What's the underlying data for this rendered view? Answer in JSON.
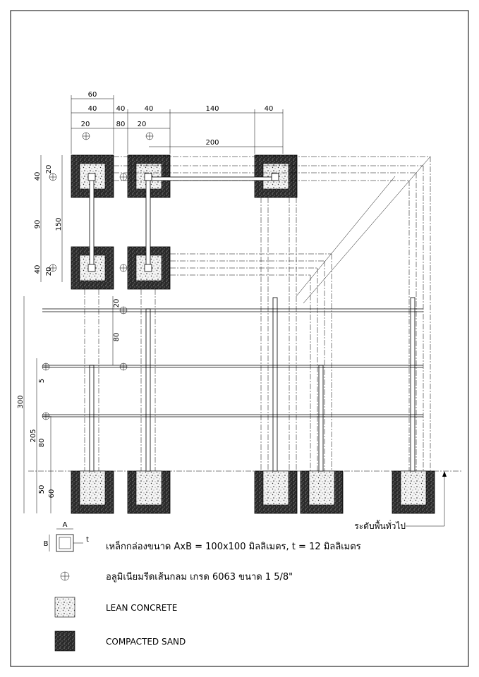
{
  "plan_dimensions": {
    "top_row1": "60",
    "top_row2": [
      "40",
      "40",
      "40",
      "140",
      "40"
    ],
    "top_row3": [
      "20",
      "80",
      "20"
    ],
    "top_row4": "200",
    "left_col1": [
      "40",
      "20"
    ],
    "left_col2": "90",
    "left_col3": "150",
    "left_col4": [
      "40",
      "20"
    ]
  },
  "elevation_dimensions": {
    "overall": "300",
    "upper": [
      "20",
      "80"
    ],
    "mid": "205",
    "lower": [
      "5",
      "80"
    ],
    "footing": [
      "50",
      "60"
    ]
  },
  "ground_label": "ระดับพื้นทั่วไป",
  "legend": {
    "tube_symbol": {
      "a": "A",
      "b": "B",
      "t": "t"
    },
    "items": [
      {
        "text": "เหล็กกล่องขนาด AxB = 100x100 มิลลิเมตร, t = 12 มิลลิเมตร"
      },
      {
        "text": "อลูมิเนียมรีดเส้นกลม เกรด 6063 ขนาด 1 5/8\""
      },
      {
        "text": "LEAN CONCRETE"
      },
      {
        "text": "COMPACTED SAND"
      }
    ]
  }
}
